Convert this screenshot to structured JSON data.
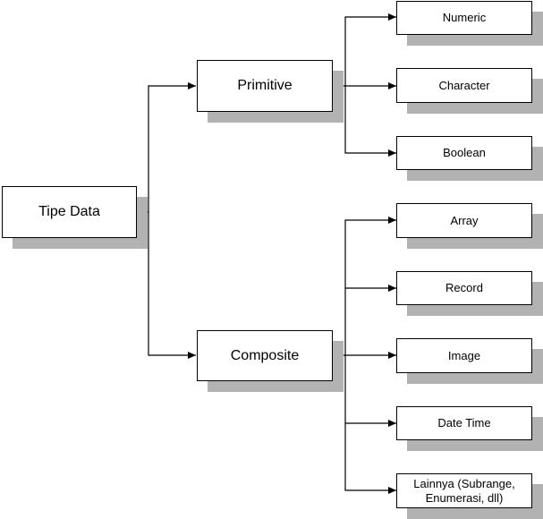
{
  "diagram": {
    "root": {
      "label": "Tipe Data"
    },
    "branches": [
      {
        "label": "Primitive",
        "children": [
          {
            "label": "Numeric"
          },
          {
            "label": "Character"
          },
          {
            "label": "Boolean"
          }
        ]
      },
      {
        "label": "Composite",
        "children": [
          {
            "label": "Array"
          },
          {
            "label": "Record"
          },
          {
            "label": "Image"
          },
          {
            "label": "Date Time"
          },
          {
            "label": "Lainnya (Subrange, Enumerasi, dll)"
          }
        ]
      }
    ],
    "colors": {
      "line": "#000000",
      "shadow": "#b2b2b2",
      "box": "#ffffff"
    }
  }
}
